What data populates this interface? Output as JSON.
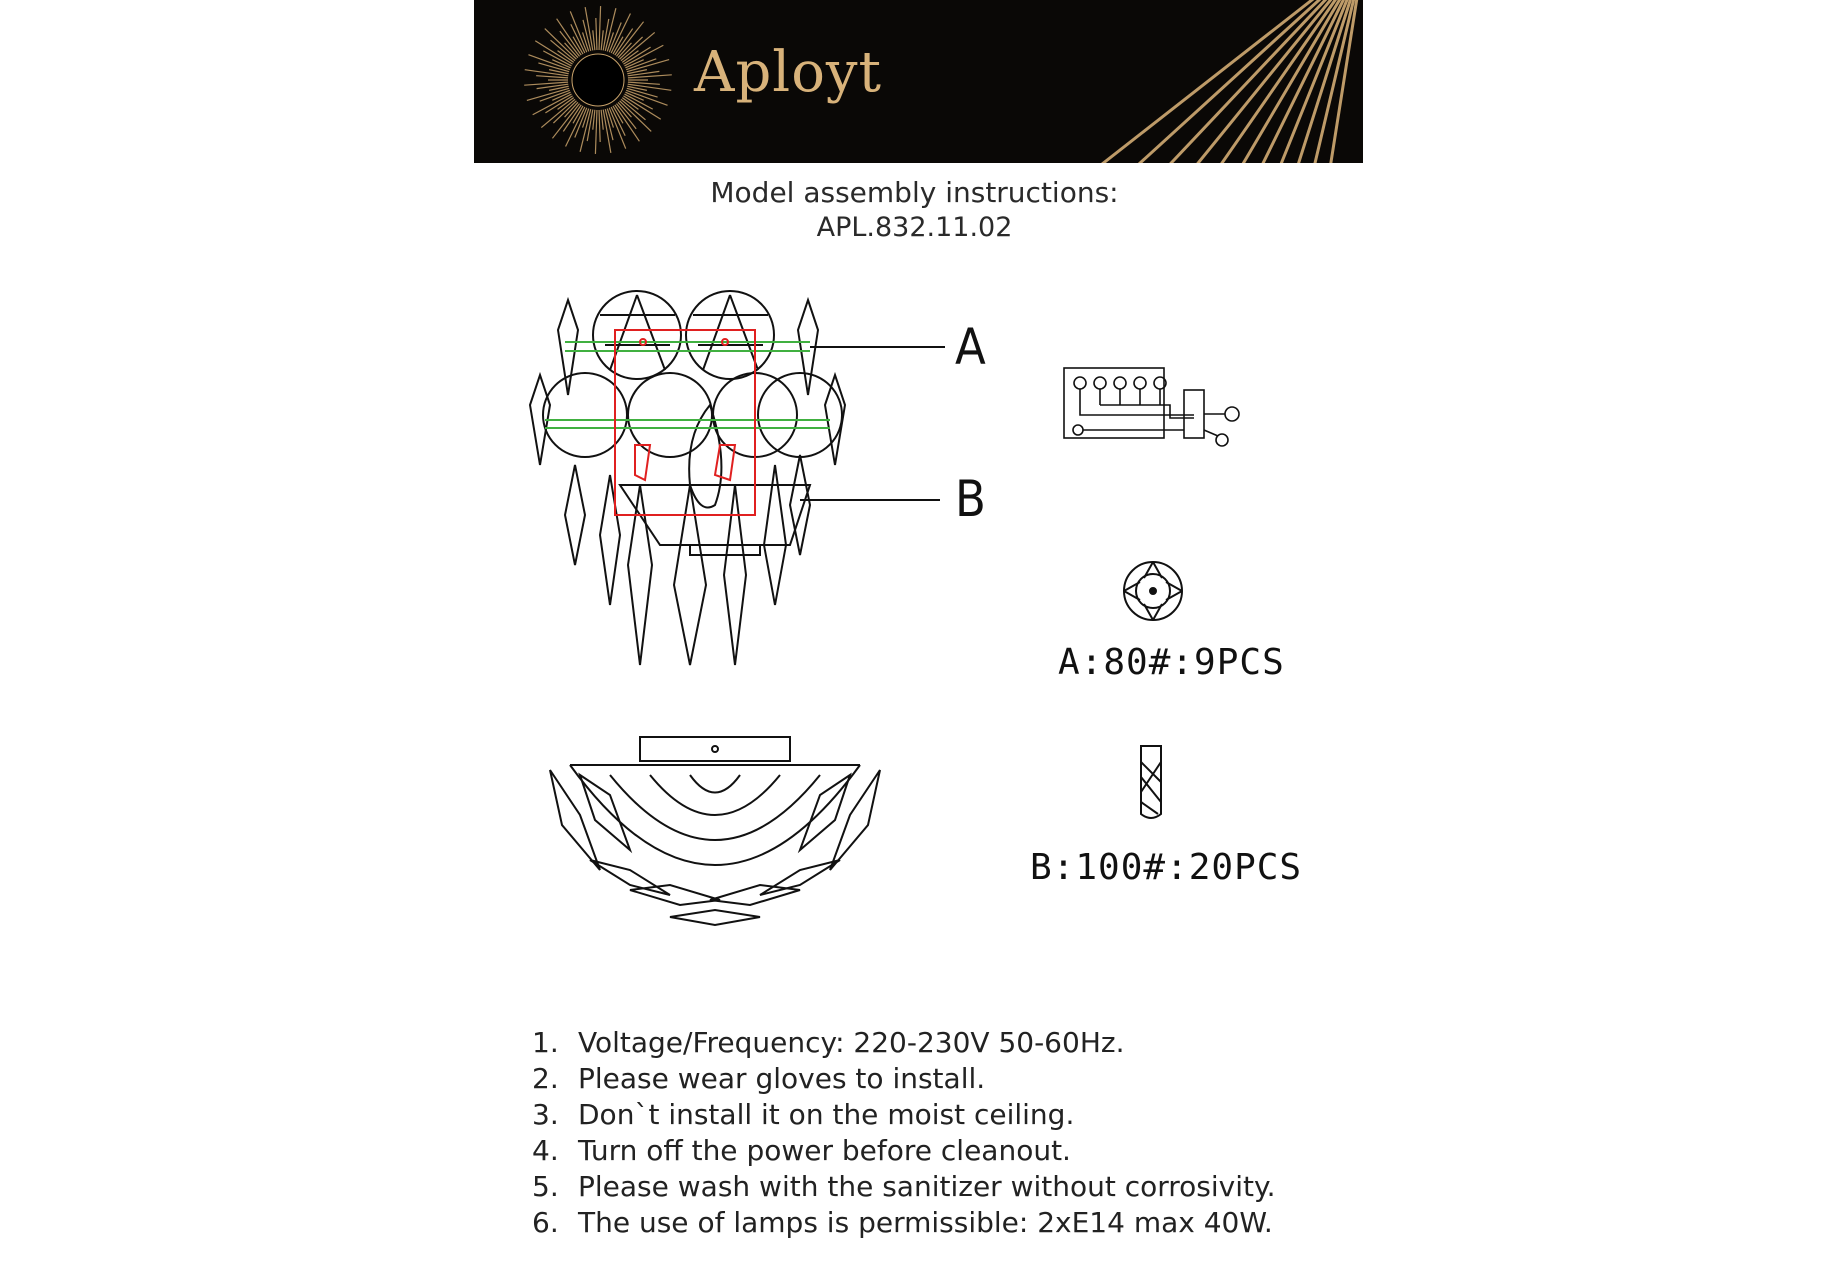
{
  "brand": {
    "name": "Aployt",
    "accent_color": "#d8b27a",
    "background_color": "#0a0806"
  },
  "header": {
    "title_line1": "Model assembly instructions:",
    "title_line2": "APL.832.11.02"
  },
  "diagram": {
    "callouts": [
      "A",
      "B"
    ],
    "parts": [
      {
        "id": "A",
        "label": "A:80#:9PCS"
      },
      {
        "id": "B",
        "label": "B:100#:20PCS"
      }
    ]
  },
  "notes": [
    {
      "num": "1.",
      "text": "Voltage/Frequency: 220-230V 50-60Hz."
    },
    {
      "num": "2.",
      "text": "Please wear gloves to install."
    },
    {
      "num": "3.",
      "text": "Don`t install it on the moist ceiling."
    },
    {
      "num": "4.",
      "text": "Turn off the power before cleanout."
    },
    {
      "num": "5.",
      "text": "Please wash with the sanitizer without corrosivity."
    },
    {
      "num": "6.",
      "text": "The use of lamps is permissible: 2xE14 max 40W."
    }
  ]
}
